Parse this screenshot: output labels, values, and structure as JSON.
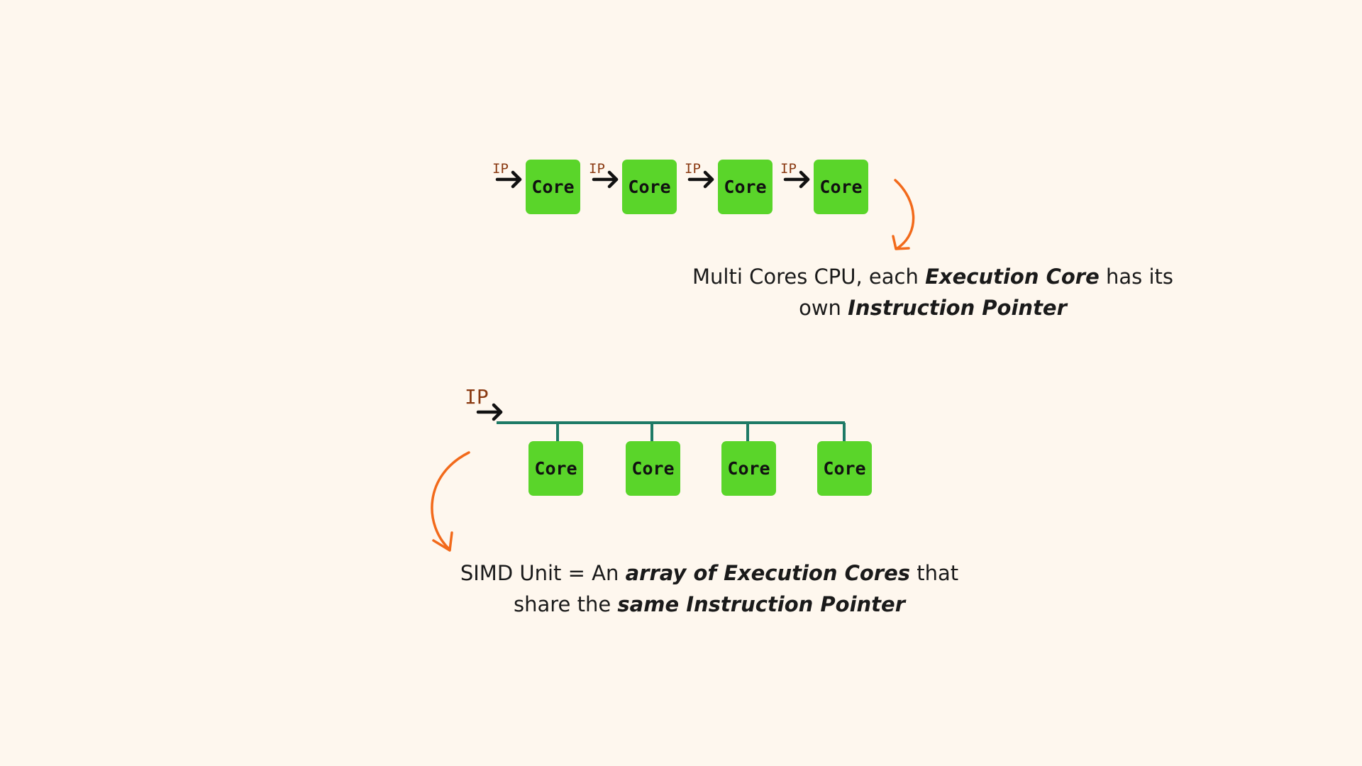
{
  "colors": {
    "background": "#fef7ee",
    "core_fill": "#5ad52a",
    "ip_text": "#8a3a12",
    "bus_line": "#1e7a66",
    "callout_arrow": "#f26a1b"
  },
  "multi_core": {
    "ip_label": "IP",
    "core_label": "Core",
    "cores": [
      "Core",
      "Core",
      "Core",
      "Core"
    ],
    "caption": {
      "line1_prefix": "Multi Cores CPU, each ",
      "line1_emphasis": "Execution Core",
      "line1_suffix": " has its",
      "line2_prefix": "own ",
      "line2_emphasis": "Instruction Pointer"
    }
  },
  "simd": {
    "ip_label": "IP",
    "cores": [
      "Core",
      "Core",
      "Core",
      "Core"
    ],
    "caption": {
      "line1_prefix": "SIMD Unit = An ",
      "line1_emphasis": "array of Execution Cores",
      "line1_suffix": " that",
      "line2_prefix": "share the ",
      "line2_emphasis": "same Instruction Pointer"
    }
  }
}
